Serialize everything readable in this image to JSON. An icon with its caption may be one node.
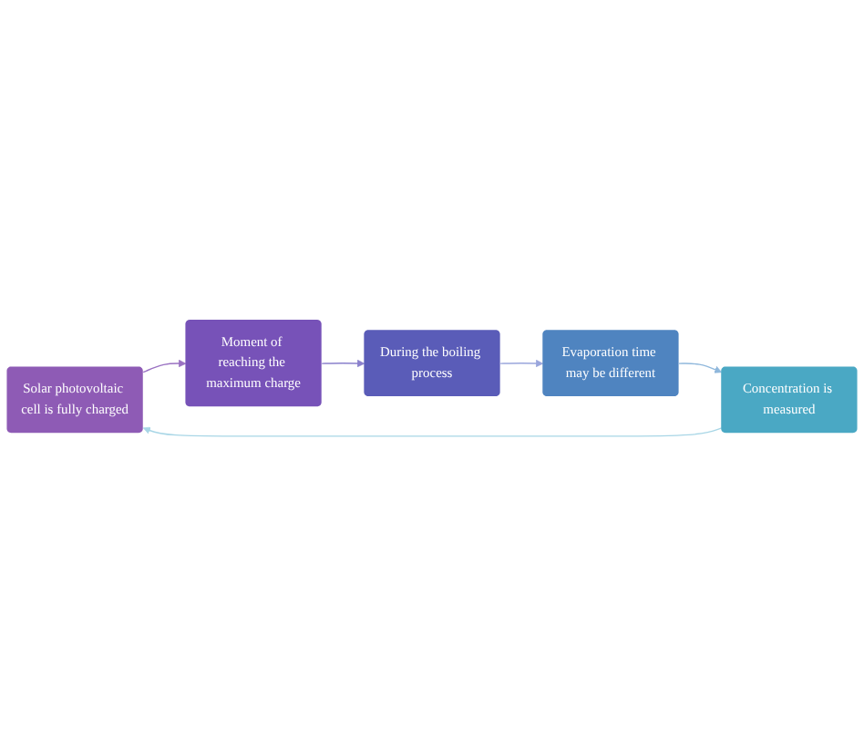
{
  "diagram": {
    "nodes": [
      {
        "text": [
          "Solar photovoltaic cell is fully charged"
        ]
      },
      {
        "text": [
          "Moment of reaching the maximum charge"
        ]
      },
      {
        "text": [
          "During the boiling process"
        ]
      },
      {
        "text": [
          "Evaporation time may be different"
        ]
      },
      {
        "text": [
          "Concentration is measured"
        ]
      }
    ],
    "edges": [
      {
        "from": 0,
        "to": 1,
        "arrow": "to",
        "color": "#9a72c2"
      },
      {
        "from": 1,
        "to": 2,
        "arrow": "to",
        "color": "#8a80cc"
      },
      {
        "from": 2,
        "to": 3,
        "arrow": "to",
        "color": "#9aa6dc"
      },
      {
        "from": 3,
        "to": 4,
        "arrow": "to",
        "color": "#90b8dc"
      },
      {
        "from": 4,
        "to": 0,
        "arrow": "to",
        "color": "#a8d6e6"
      }
    ]
  }
}
